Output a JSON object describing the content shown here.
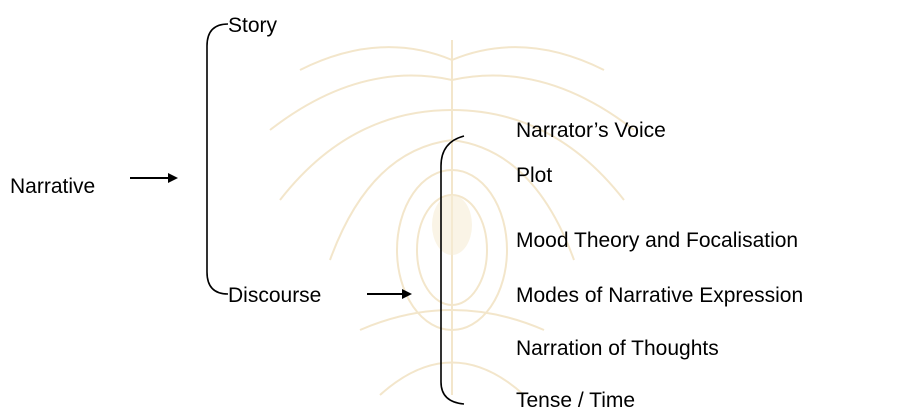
{
  "diagram": {
    "root": "Narrative",
    "branches": [
      "Story",
      "Discourse"
    ],
    "discourse_items": [
      "Narrator’s Voice",
      "Plot",
      "Mood Theory and Focalisation",
      "Modes of Narrative Expression",
      "Narration of Thoughts",
      "Tense / Time"
    ]
  },
  "colors": {
    "text": "#000000",
    "lines": "#000000",
    "watermark": "#f3e6c8"
  },
  "icons": [
    "arrow-right-icon",
    "watermark-seal-icon"
  ]
}
